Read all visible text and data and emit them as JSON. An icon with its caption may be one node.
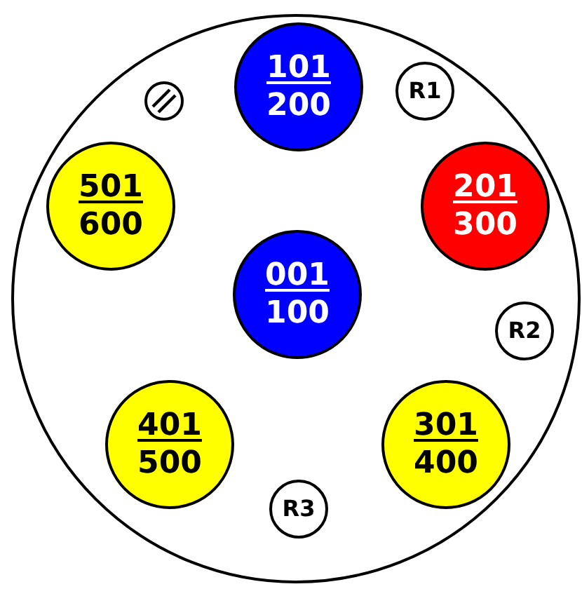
{
  "diagram": {
    "nodes": [
      {
        "text": [],
        "shape": "circle"
      },
      {
        "text": [],
        "shape": "circle",
        "in": 0
      },
      {
        "text": [
          "101",
          "200"
        ],
        "in": 0
      },
      {
        "text": [
          "R1"
        ],
        "in": 0
      },
      {
        "text": [
          "501",
          "600"
        ],
        "in": 0
      },
      {
        "text": [
          "201",
          "300"
        ],
        "in": 0
      },
      {
        "text": [
          "001",
          "100"
        ],
        "in": 0
      },
      {
        "text": [
          "R2"
        ],
        "in": 0
      },
      {
        "text": [
          "401",
          "500"
        ],
        "in": 0
      },
      {
        "text": [
          "301",
          "400"
        ],
        "in": 0
      },
      {
        "text": [
          "R3"
        ],
        "in": 0
      }
    ]
  }
}
